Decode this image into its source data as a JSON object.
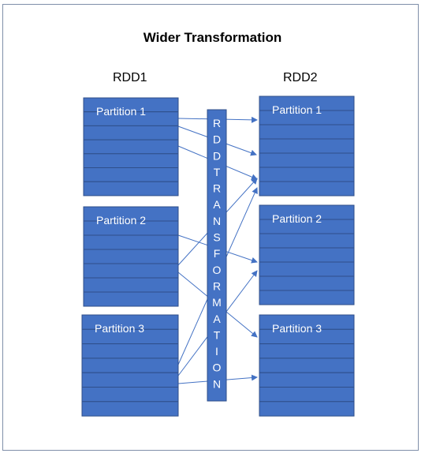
{
  "title": "Wider Transformation",
  "rdd1_label": "RDD1",
  "rdd2_label": "RDD2",
  "transformation_letters": [
    "R",
    "D",
    "D",
    "T",
    "R",
    "A",
    "N",
    "S",
    "F",
    "O",
    "R",
    "M",
    "A",
    "T",
    "I",
    "O",
    "N"
  ],
  "rdd1_partitions": [
    "Partition 1",
    "Partition 2",
    "Partition 3"
  ],
  "rdd2_partitions": [
    "Partition 1",
    "Partition 2",
    "Partition 3"
  ],
  "colors": {
    "block_fill": "#4472c4",
    "block_stroke": "#2f4f8a",
    "arrow": "#4472c4",
    "frame": "#7f8fa9"
  }
}
